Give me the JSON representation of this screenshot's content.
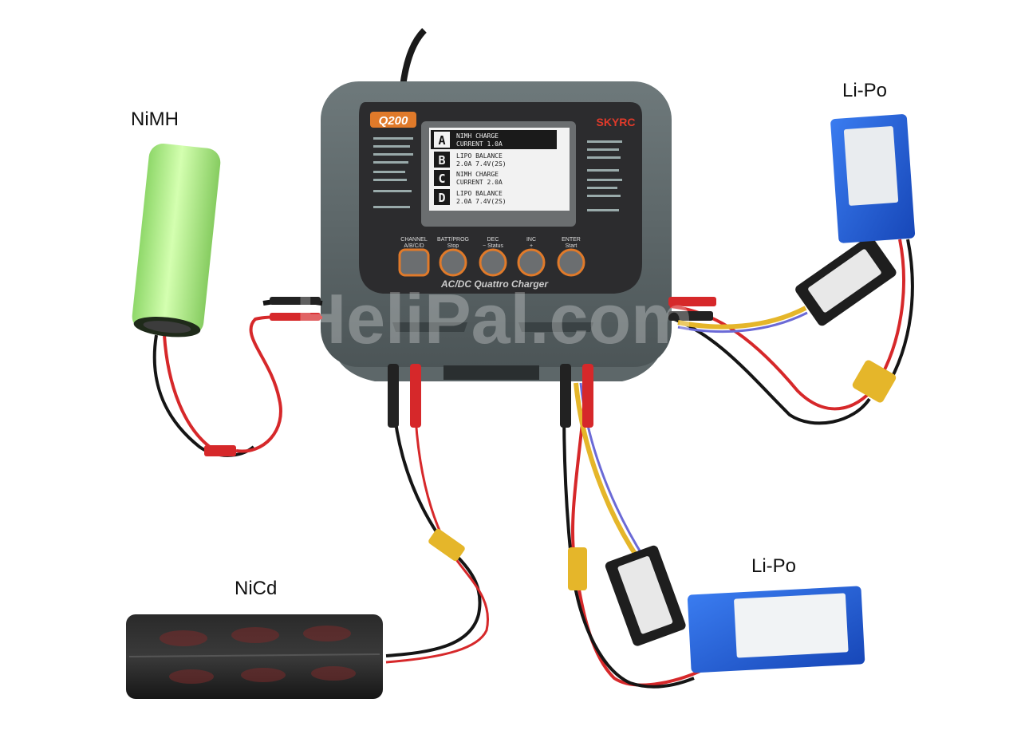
{
  "labels": {
    "nimh": "NiMH",
    "lipo_top": "Li-Po",
    "lipo_bottom": "Li-Po",
    "nicd": "NiCd"
  },
  "charger": {
    "model": "Q200",
    "brand": "SKYRC",
    "subtitle": "AC/DC Quattro Charger",
    "screen": [
      {
        "channel": "A",
        "line1": "NIMH CHARGE",
        "line2": "CURRENT     1.0A"
      },
      {
        "channel": "B",
        "line1": "LIPO BALANCE",
        "line2": "2.0A      7.4V(2S)"
      },
      {
        "channel": "C",
        "line1": "NIMH CHARGE",
        "line2": "CURRENT     2.0A"
      },
      {
        "channel": "D",
        "line1": "LIPO BALANCE",
        "line2": "2.0A      7.4V(2S)"
      }
    ],
    "buttons": [
      {
        "label": "CHANNEL",
        "sub": "A/B/C/D"
      },
      {
        "label": "BATT/PROG",
        "sub": "Stop"
      },
      {
        "label": "DEC",
        "sub": "−  Status"
      },
      {
        "label": "INC",
        "sub": "+"
      },
      {
        "label": "ENTER",
        "sub": "Start"
      }
    ]
  },
  "watermark": "HeliPal.com",
  "colors": {
    "accent_orange": "#e07a2a",
    "lipo_blue": "#1f5fd6",
    "nimh_green": "#b8ef8a",
    "charger_gray": "#5a6466",
    "wire_red": "#d6282a"
  }
}
